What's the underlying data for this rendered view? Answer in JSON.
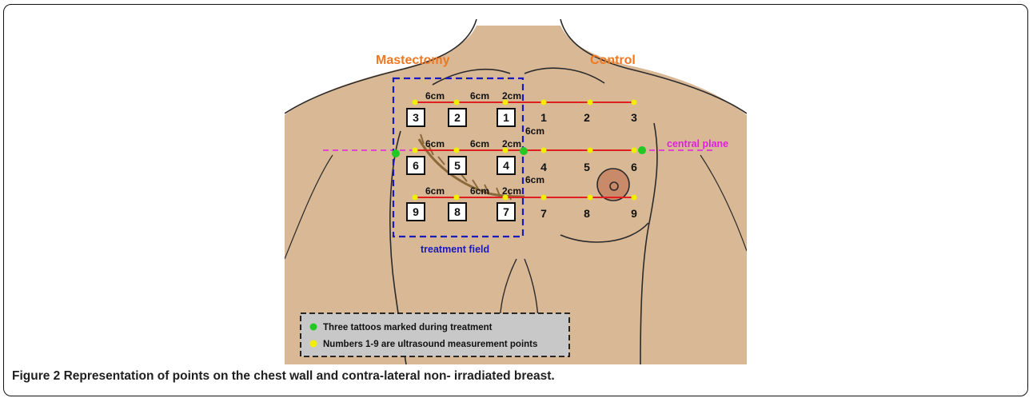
{
  "figure": {
    "titles": {
      "left": "Mastectomy",
      "right": "Control"
    },
    "distances": {
      "top_row": [
        "6cm",
        "6cm",
        "2cm"
      ],
      "mid_row": [
        "6cm",
        "6cm",
        "2cm"
      ],
      "bot_row": [
        "6cm",
        "6cm",
        "2cm"
      ],
      "vertical": [
        "6cm",
        "6cm"
      ]
    },
    "treated_points": [
      "3",
      "2",
      "1",
      "6",
      "5",
      "4",
      "9",
      "8",
      "7"
    ],
    "control_points": [
      "1",
      "2",
      "3",
      "4",
      "5",
      "6",
      "7",
      "8",
      "9"
    ],
    "central_plane_label": "central plane",
    "treatment_field_label": "treatment field",
    "legend": [
      {
        "color": "#22c922",
        "text": "Three tattoos marked during treatment"
      },
      {
        "color": "#f2ee00",
        "text": "Numbers 1-9 are ultrasound measurement points"
      }
    ],
    "colors": {
      "skin": "#d9b896",
      "outline": "#2a2a2a",
      "red_line": "#e02020",
      "field_box": "#1a1ab8",
      "central_plane": "#e020e0",
      "title": "#f07820",
      "scar": "#8a6a3a",
      "areola": "#c98a6a"
    }
  },
  "caption": {
    "label": "Figure 2",
    "text": "Representation of points on the chest wall and contra-lateral non- irradiated breast."
  }
}
